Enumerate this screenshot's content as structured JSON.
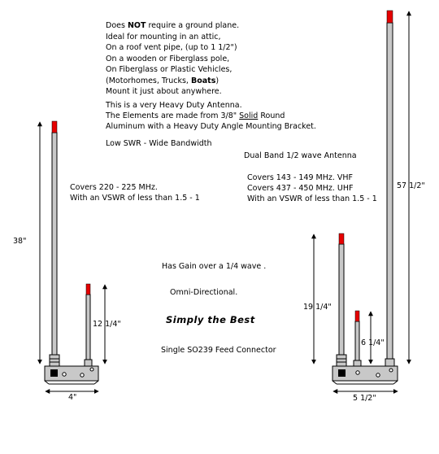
{
  "intro": {
    "line1_pre": "Does ",
    "line1_bold": "NOT",
    "line1_post": " require a ground plane.",
    "line2": "Ideal for mounting in an attic,",
    "line3": "On a roof vent pipe, (up to 1 1/2\")",
    "line4": "On a wooden or Fiberglass pole,",
    "line5": "On Fiberglass or Plastic Vehicles,",
    "line6_pre": "(Motorhomes, Trucks, ",
    "line6_bold": "Boats",
    "line6_post": ")",
    "line7": "Mount it just about anywhere."
  },
  "description": {
    "line1": "This is a very  Heavy Duty Antenna.",
    "line2_pre": "The Elements are made from 3/8\" ",
    "line2_underline": "Solid",
    "line2_post": "  Round",
    "line3": "Aluminum with a Heavy Duty Angle Mounting Bracket."
  },
  "low_swr": "Low SWR - Wide Bandwidth",
  "dual_band_title": "Dual Band 1/2 wave Antenna",
  "left_antenna": {
    "covers": "Covers 220 - 225 MHz.",
    "vswr": "With an VSWR of less than 1.5 - 1",
    "tall_height": "38\"",
    "short_height": "12  1/4\"",
    "base_width": "4\""
  },
  "right_antenna": {
    "covers_vhf": "Covers 143 - 149 MHz. VHF",
    "covers_uhf": "Covers 437 - 450 MHz. UHF",
    "vswr": "With an VSWR of less than 1.5 - 1",
    "tall_height": "57  1/2\"",
    "mid_height": "19  1/4\"",
    "short_height": "6 1/4\"",
    "base_width": "5  1/2\""
  },
  "features": {
    "gain": "Has Gain over a 1/4 wave .",
    "omni": "Omni-Directional.",
    "best": "Simply the Best",
    "connector": "Single SO239 Feed  Connector"
  },
  "colors": {
    "tip": "#e60000",
    "element": "#c8c8c8",
    "base": "#c8c8c8",
    "outline": "#000000"
  }
}
